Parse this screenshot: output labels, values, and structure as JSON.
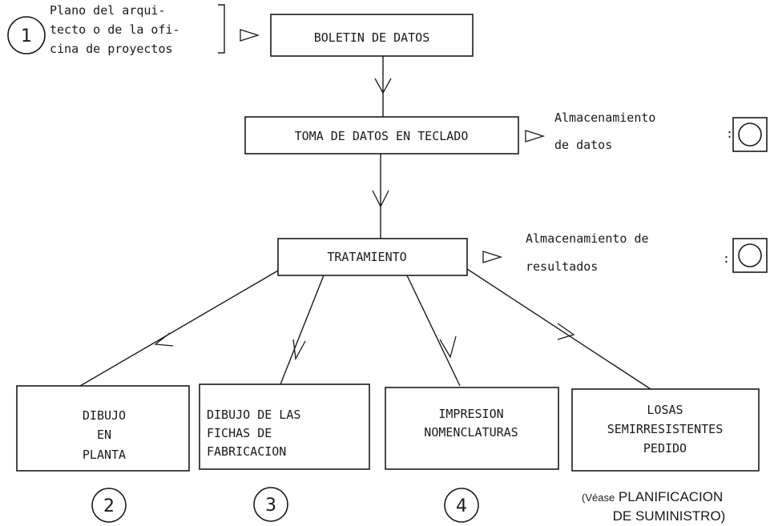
{
  "input": {
    "number": "1",
    "lines": [
      "Plano del arqui-",
      "tecto o de la ofi-",
      "cina de proyectos"
    ]
  },
  "boxes": {
    "boletin": "BOLETIN  DE DATOS",
    "toma": "TOMA DE DATOS EN TECLADO",
    "tratamiento": "TRATAMIENTO",
    "dibujo_planta": [
      "DIBUJO",
      "EN",
      "PLANTA"
    ],
    "dibujo_fichas": [
      "DIBUJO DE LAS",
      "FICHAS DE",
      "FABRICACION"
    ],
    "impresion": [
      "IMPRESION",
      "NOMENCLATURAS"
    ],
    "losas": [
      "LOSAS",
      "SEMIRRESISTENTES",
      "PEDIDO"
    ]
  },
  "storage": {
    "datos": [
      "Almacenamiento",
      "de datos"
    ],
    "resultados": [
      "Almacenamiento   de",
      "resultados"
    ]
  },
  "markers": [
    "2",
    "3",
    "4"
  ],
  "note": {
    "line1_small": "(Véase",
    "line1_rest": " PLANIFICACION",
    "line2": "DE SUMINISTRO)"
  }
}
